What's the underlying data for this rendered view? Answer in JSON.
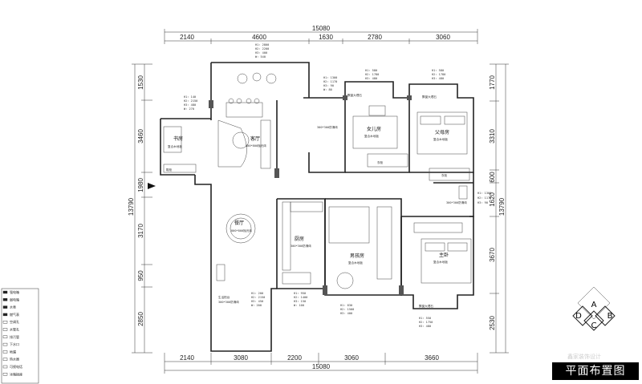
{
  "dimensions": {
    "top_total": "15080",
    "top": [
      "2140",
      "4600",
      "1630",
      "2780",
      "3060"
    ],
    "bottom_total": "15080",
    "bottom": [
      "2140",
      "3080",
      "2200",
      "3060",
      "3660"
    ],
    "left_total": "13790",
    "left": [
      "1530",
      "3460",
      "1980",
      "3170",
      "950",
      "2850"
    ],
    "right_total": "13790",
    "right": [
      "1770",
      "3310",
      "600",
      "1620",
      "3670",
      "2530"
    ]
  },
  "rooms": {
    "study": {
      "name": "书房",
      "sub": "复合木地板"
    },
    "living": {
      "name": "客厅",
      "sub": "800*800抛光砖"
    },
    "dining": {
      "name": "餐厅",
      "sub": "800*800抛光砖"
    },
    "kitchen": {
      "name": "厨房",
      "sub": "300*300防滑砖"
    },
    "daughter": {
      "name": "女儿房",
      "sub": "复合木地板"
    },
    "parents": {
      "name": "父母房",
      "sub": "复合木地板"
    },
    "son": {
      "name": "男孩房",
      "sub": "复合木地板"
    },
    "master": {
      "name": "主卧",
      "sub": "复合木地板"
    },
    "balcony": {
      "name": "生活阳台",
      "sub": "300*300防滑砖"
    },
    "bath1": {
      "sub": "300*300防滑砖"
    },
    "bath2": {
      "sub": "300*300防滑砖"
    }
  },
  "heights": {
    "h_living": [
      "H1: 2800",
      "H2: 2200",
      "H3: 400",
      "W: 540"
    ],
    "h_study": [
      "H1: 140",
      "H2: 2150",
      "H3: 480",
      "W: 270"
    ],
    "h_bath1": [
      "H1: 1300",
      "H2: 1170",
      "H3: 90",
      "W: 80"
    ],
    "h_daughter": [
      "H1: 580",
      "H2: 1780",
      "H3: 480"
    ],
    "h_parents": [
      "H1: 580",
      "H2: 1780",
      "H3: 480"
    ],
    "h_right": [
      "H1: 1300",
      "H2: 1170",
      "H3: 90"
    ],
    "h_kitchen": [
      "H1: 200",
      "H2: 2150",
      "H3: 450",
      "W: 200"
    ],
    "h_corridor": [
      "H1: 950",
      "H2: 1400",
      "H3: 150",
      "W: 100"
    ],
    "h_son": [
      "H1: 830",
      "H2: 1500",
      "H3: 400"
    ],
    "h_master": [
      "H1: 550",
      "H2: 1750",
      "H3: 480"
    ]
  },
  "small_labels": {
    "bay": "飘窗大理石",
    "wardrobe": "衣柜",
    "shoe": "鞋柜"
  },
  "legend": {
    "items": [
      "强电箱",
      "弱电箱",
      "水表",
      "燃气表",
      "空调孔",
      "水管孔",
      "排污管",
      "下水口",
      "地漏",
      "热水器",
      "可视电话",
      "冰箱插座"
    ]
  },
  "compass": {
    "a": "A",
    "b": "B",
    "c": "C",
    "d": "D"
  },
  "title": "平面布置图",
  "watermark": "鑫家装饰设计",
  "colors": {
    "line": "#222222",
    "title_bg": "#000000",
    "title_text": "#ffffff"
  }
}
